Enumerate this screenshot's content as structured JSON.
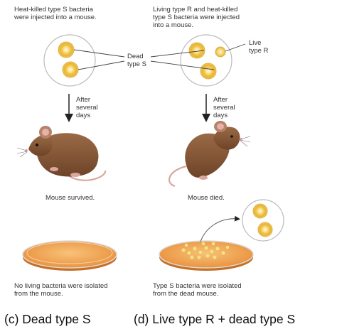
{
  "left": {
    "intro": [
      "Heat-killed type S bacteria",
      "were injected into a mouse."
    ],
    "after": [
      "After",
      "several",
      "days"
    ],
    "outcome": "Mouse survived.",
    "result": [
      "No living bacteria were isolated",
      "from the mouse."
    ],
    "caption": "(c) Dead type S"
  },
  "right": {
    "intro": [
      "Living type R and heat-killed",
      "type S bacteria were injected",
      "into a mouse."
    ],
    "after": [
      "After",
      "several",
      "days"
    ],
    "outcome": "Mouse died.",
    "result": [
      "Type S bacteria were isolated",
      "from the dead mouse."
    ],
    "caption": "(d) Live type R + dead type S"
  },
  "labels": {
    "dead_type_s": [
      "Dead",
      "type S"
    ],
    "live_type_r": [
      "Live",
      "type R"
    ]
  },
  "icons": [
    "bacteria-icon",
    "mouse-icon",
    "petri-dish-icon",
    "arrow-down-icon"
  ],
  "colors": {
    "bacteria_s": "#f2c64a",
    "bacteria_r": "#f6d36a",
    "mouse": "#8a5a3a",
    "dish": "#f0a04a",
    "text": "#333333"
  }
}
